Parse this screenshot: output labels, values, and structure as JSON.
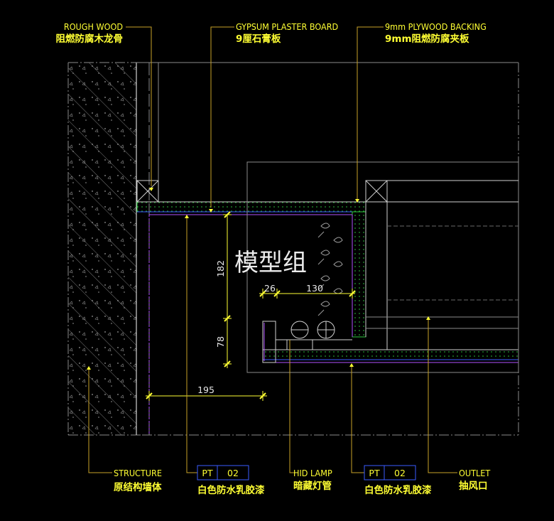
{
  "colors": {
    "background": "#000000",
    "label": "#ffff33",
    "line_white": "#d0d0d0",
    "line_gray": "#8a8a8a",
    "line_green": "#2ecc40",
    "line_purple": "#b050ff",
    "line_blue": "#3a5cff",
    "leader": "#c9a227"
  },
  "labels": {
    "rough_wood": {
      "en": "ROUGH WOOD",
      "cn": "阻燃防腐木龙骨"
    },
    "gypsum": {
      "en": "GYPSUM PLASTER BOARD",
      "cn": "9厘石膏板"
    },
    "plywood": {
      "en": "9mm PLYWOOD BACKING",
      "cn": "9mm阻燃防腐夹板"
    },
    "structure": {
      "en": "STRUCTURE",
      "cn": "原结构墙体"
    },
    "paint_left": {
      "code": "PT",
      "num": "02",
      "cn": "白色防水乳胶漆"
    },
    "hid_lamp": {
      "en": "HID LAMP",
      "cn": "暗藏灯管"
    },
    "paint_right": {
      "code": "PT",
      "num": "02",
      "cn": "白色防水乳胶漆"
    },
    "outlet": {
      "en": "OUTLET",
      "cn": "抽风口"
    }
  },
  "dimensions": {
    "d182": "182",
    "d78": "78",
    "d26": "26",
    "d130": "130",
    "d195": "195"
  },
  "watermark": "模型组"
}
